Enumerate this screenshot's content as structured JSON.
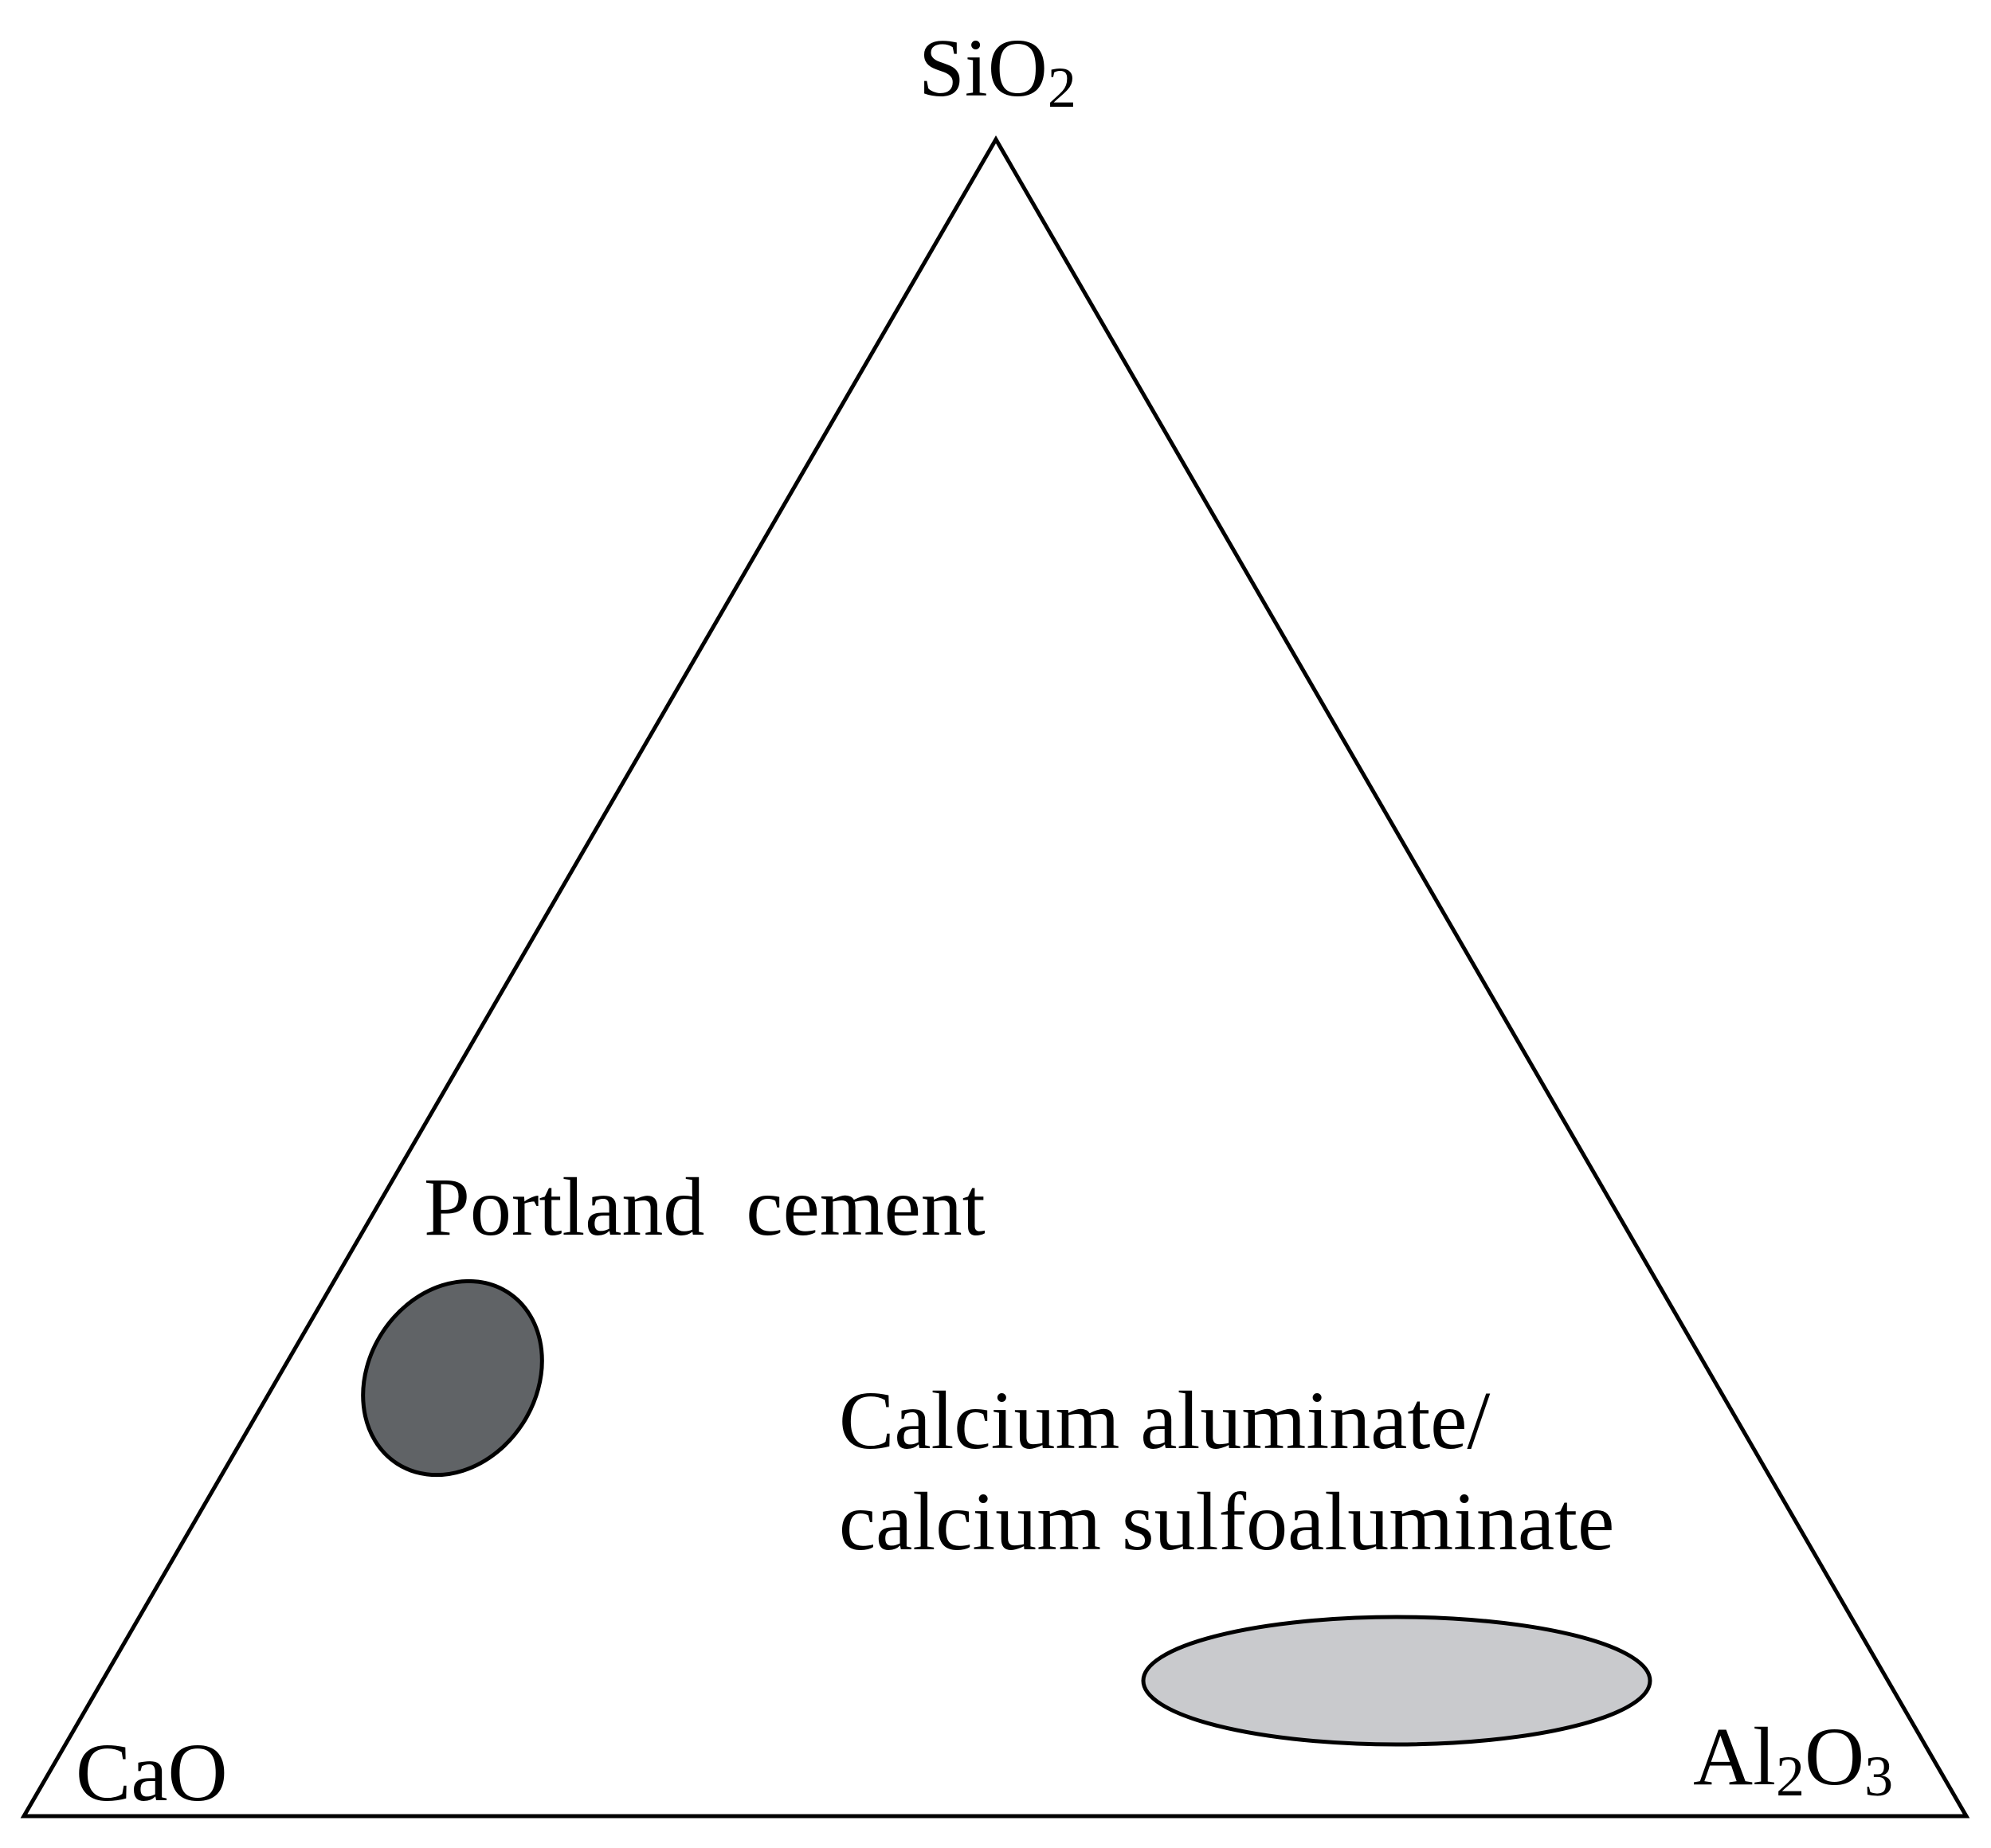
{
  "vertices": {
    "top": {
      "text": "SiO",
      "sub": "2"
    },
    "left": {
      "text": "CaO"
    },
    "right": {
      "parts": [
        {
          "text": "Al"
        },
        {
          "sub": "2"
        },
        {
          "text": "O"
        },
        {
          "sub": "3"
        }
      ]
    }
  },
  "regions": [
    {
      "label_lines": [
        "Portland  cement"
      ],
      "fill": "#606366"
    },
    {
      "label_lines": [
        "Calcium aluminate/",
        "calcium sulfoaluminate"
      ],
      "fill": "#c9cacd"
    }
  ],
  "colors": {
    "outline": "#000000",
    "background": "#ffffff"
  }
}
